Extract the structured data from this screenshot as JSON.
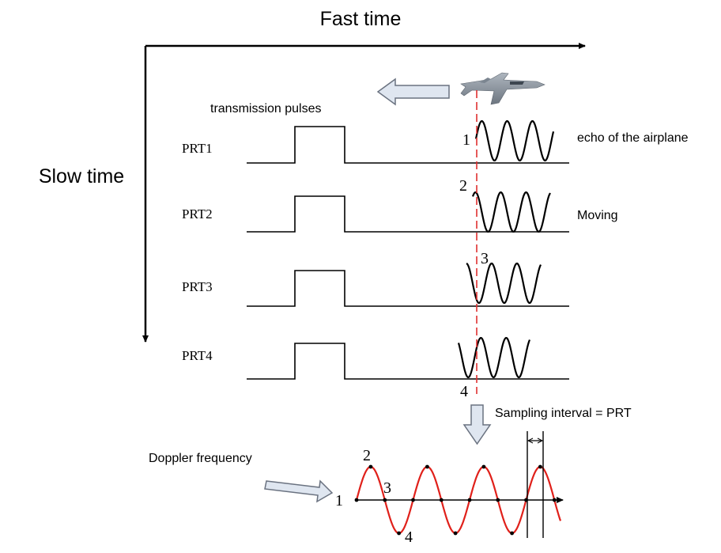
{
  "axes": {
    "fast_time": "Fast time",
    "slow_time": "Slow time"
  },
  "labels": {
    "transmission_pulses": "transmission pulses",
    "echo": "echo of the airplane",
    "moving": "Moving",
    "sampling_interval": "Sampling interval = PRT",
    "doppler_frequency": "Doppler frequency"
  },
  "prt_rows": [
    {
      "label": "PRT1",
      "marker": "1"
    },
    {
      "label": "PRT2",
      "marker": "2"
    },
    {
      "label": "PRT3",
      "marker": "3"
    },
    {
      "label": "PRT4",
      "marker": "4"
    }
  ],
  "doppler_markers": [
    "1",
    "2",
    "3",
    "4"
  ],
  "colors": {
    "line": "#000000",
    "dashed_reference": "#e03030",
    "doppler_wave": "#e0201a",
    "arrow_fill": "#dfe6f0",
    "arrow_stroke": "#6a7280",
    "airplane": "#8a94a0"
  },
  "icons": {
    "airplane": "fighter-jet-icon"
  }
}
